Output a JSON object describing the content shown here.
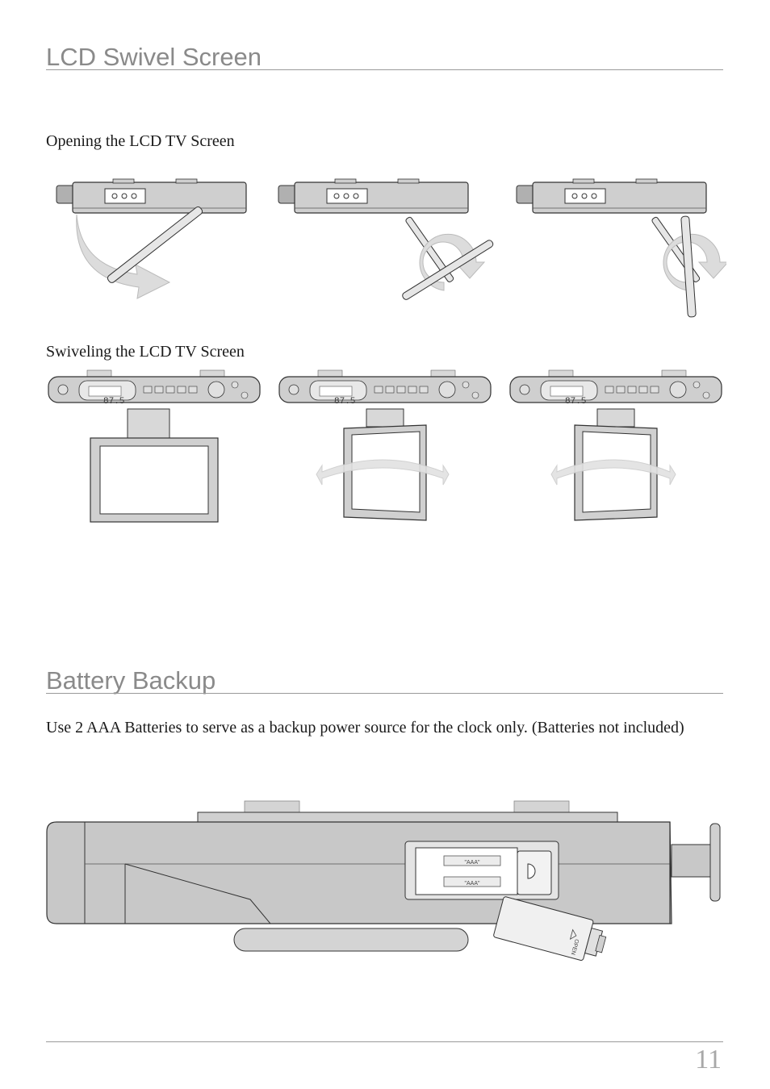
{
  "lcd_section": {
    "title": "LCD Swivel Screen",
    "opening_heading": "Opening the LCD TV Screen",
    "swiveling_heading": "Swiveling the LCD TV Screen",
    "display_reading": "87.5"
  },
  "battery_section": {
    "title": "Battery Backup",
    "body": "Use 2 AAA Batteries to serve as a backup power source for the clock only.  (Batteries not included)",
    "battery_label": "\"AAA\"",
    "cover_label": "OPEN"
  },
  "page_number": "11",
  "colors": {
    "title_gray": "#8a8a8a",
    "device_fill": "#c8c8c8",
    "arrow_fill": "#dcdcdc"
  }
}
